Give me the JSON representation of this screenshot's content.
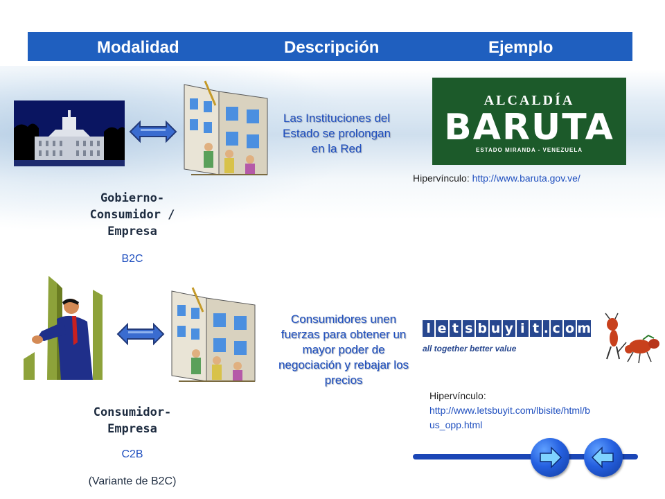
{
  "header": {
    "col1": "Modalidad",
    "col2": "Descripción",
    "col3": "Ejemplo"
  },
  "row1": {
    "description": "Las Instituciones del Estado se prolongan en la Red",
    "label_lines": [
      "Gobierno-",
      "Consumidor  /",
      "Empresa"
    ],
    "code": "B2C",
    "logo": {
      "line1": "ALCALDÍA",
      "line2": "BARUTA",
      "line3": "ESTADO MIRANDA - VENEZUELA"
    },
    "link_label": "Hipervínculo:",
    "link_url": "http://www.baruta.gov.ve/"
  },
  "row2": {
    "description": "Consumidores unen fuerzas para obtener un mayor poder de negociación y rebajar los precios",
    "label_lines": [
      "Consumidor-",
      "Empresa"
    ],
    "code": "C2B",
    "variant": "(Variante de B2C)",
    "logo": {
      "letters": [
        "l",
        "e",
        "t",
        "s",
        "b",
        "u",
        "y",
        "i",
        "t",
        ".",
        "c",
        "o",
        "m"
      ],
      "tagline": "all together better value"
    },
    "link_label": "Hipervínculo:",
    "link_url_lines": [
      "http://www.letsbuyit.com/lbisite/html/b",
      "us_opp.html"
    ]
  },
  "colors": {
    "header_bg": "#1f5fbf",
    "accent_text": "#1f4fbf",
    "nav_blue": "#1b46b6"
  },
  "icons": {
    "forward": "arrow-right-icon",
    "back": "arrow-left-icon"
  }
}
